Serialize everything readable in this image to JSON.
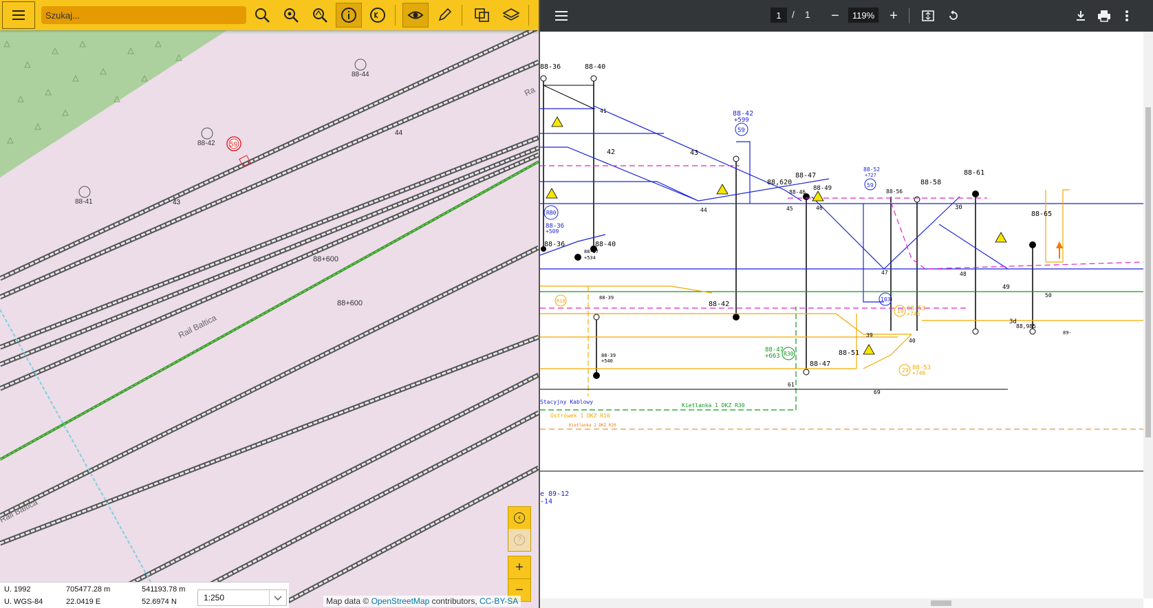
{
  "map": {
    "search_placeholder": "Szukaj...",
    "toolbar_icons": [
      "menu-icon",
      "search-icon",
      "zoom-extent-icon",
      "zoom-km-icon",
      "info-icon",
      "km-icon",
      "eye-icon",
      "pencil-icon",
      "layers-compare-icon",
      "layers-icon"
    ],
    "labels": {
      "p8844": "88-44",
      "p8842": "88-42",
      "p8841": "88-41",
      "s59": "59",
      "n43": "43",
      "n44": "44",
      "km1": "88+600",
      "km2": "88+600",
      "rail1": "Rail Baltica",
      "rail2": "Rail Baltica",
      "ra": "Ra"
    },
    "coords": {
      "row1_label": "U. 1992",
      "row1_x": "705477.28 m",
      "row1_y": "541193.78 m",
      "row2_label": "U. WGS-84",
      "row2_x": "22.0419 E",
      "row2_y": "52.6974 N"
    },
    "scale": "1:250",
    "attribution": {
      "prefix": "Map data ©",
      "osm": "OpenStreetMap",
      "mid": "contributors,",
      "license": "CC-BY-SA"
    },
    "right_tools": {
      "back": "‹",
      "disabled": "?",
      "zoom_in": "+",
      "zoom_out": "−"
    }
  },
  "pdf": {
    "page_current": "1",
    "page_sep": "/",
    "page_total": "1",
    "zoom": "119%",
    "zoom_out": "−",
    "zoom_in": "+",
    "labels": {
      "t8836a": "88-36",
      "t8840a": "88-40",
      "t8836b": "88-36",
      "t8840b": "88-40",
      "t8837": "88-37",
      "t534": "+534",
      "t8836c": "88-36",
      "t509": "+509",
      "t8842": "88-42",
      "t599": "+599",
      "t8842b": "88-42",
      "t88620": "88,620",
      "t8847": "88-47",
      "t8849": "88-49",
      "t8846": "88-46",
      "t8852": "88-52",
      "t727": "+727",
      "t8856": "88-56",
      "t8858": "88-58",
      "t8861": "88-61",
      "t8865": "88-65",
      "t8839": "88-39",
      "t8839b": "88-39",
      "t540": "+540",
      "t8847b": "88-47",
      "t663": "+663",
      "t8847c": "88-47",
      "t8851": "88-51",
      "t8853": "88-53",
      "t746": "+746",
      "t8853b": "88-53",
      "t746b": "+746",
      "t88985": "88,985",
      "t3d": "3d",
      "n41": "41",
      "n42": "42",
      "n43": "43",
      "n44": "44",
      "n45": "45",
      "n46": "46",
      "n47": "47",
      "n48": "48",
      "n49": "49",
      "n30": "30",
      "n50": "50",
      "n39": "39",
      "n40": "40",
      "n61": "61",
      "n69": "69",
      "s59": "59",
      "s59b": "59",
      "r10": "R10",
      "r30": "R30",
      "rb0": "RB0",
      "s19": "19",
      "s29": "29",
      "l103": "103",
      "stacyjny": "Stacyjny Kablowy",
      "kietlanka1": "Kietlanka 1 DKZ R30",
      "ostrowek": "Ostrówek 1 DKZ R10",
      "kietlanka2": "Kietlanka 2 DKZ R20",
      "e8912": "e 89-12",
      "t14": "-14",
      "t89": "89-"
    }
  }
}
